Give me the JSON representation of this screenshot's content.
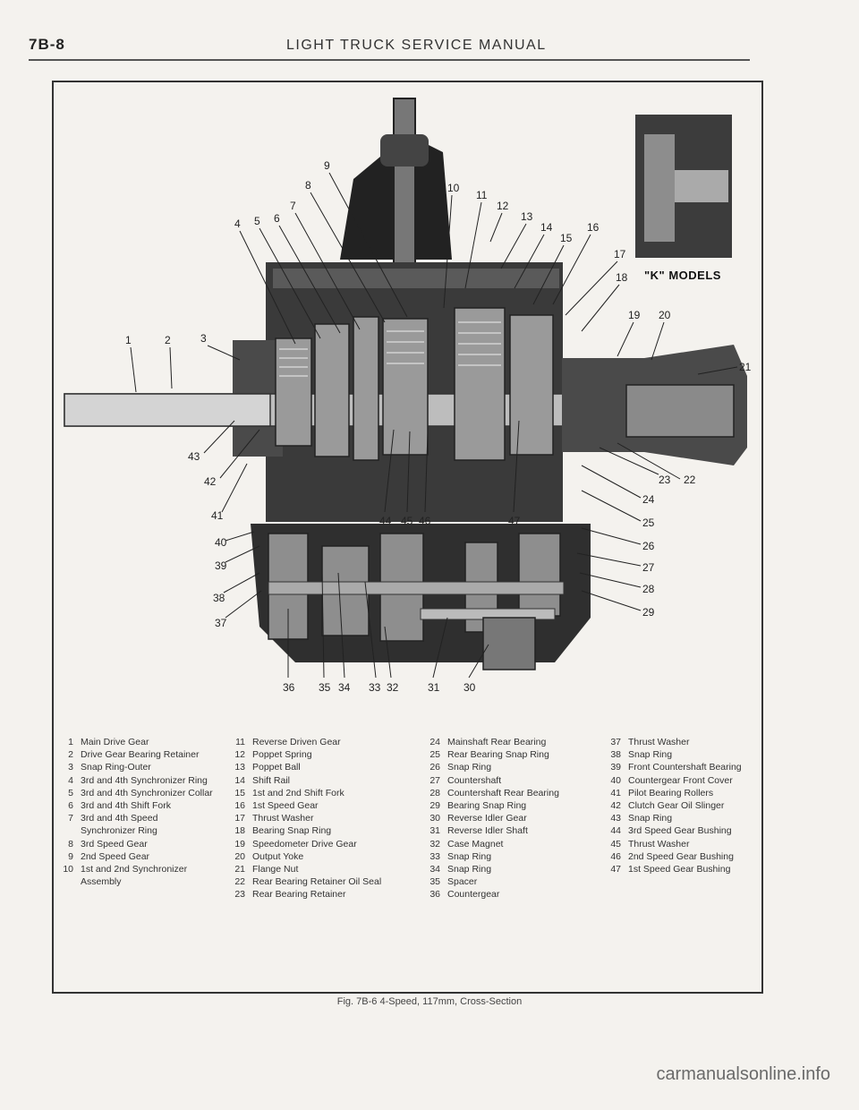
{
  "page_number": "7B-8",
  "running_header": "LIGHT TRUCK SERVICE MANUAL",
  "inset_label": "\"K\" MODELS",
  "callouts": [
    "1",
    "2",
    "3",
    "4",
    "5",
    "6",
    "7",
    "8",
    "9",
    "10",
    "11",
    "12",
    "13",
    "14",
    "15",
    "16",
    "17",
    "18",
    "19",
    "20",
    "21",
    "22",
    "23",
    "24",
    "25",
    "26",
    "27",
    "28",
    "29",
    "30",
    "31",
    "32",
    "33",
    "34",
    "35",
    "36",
    "37",
    "38",
    "39",
    "40",
    "41",
    "42",
    "43",
    "44",
    "45",
    "46",
    "47"
  ],
  "legend": {
    "col1": [
      {
        "num": "1",
        "text": "Main Drive Gear"
      },
      {
        "num": "2",
        "text": "Drive Gear Bearing Retainer"
      },
      {
        "num": "3",
        "text": "Snap Ring-Outer"
      },
      {
        "num": "4",
        "text": "3rd and 4th Synchronizer Ring"
      },
      {
        "num": "5",
        "text": "3rd and 4th Synchronizer Collar"
      },
      {
        "num": "6",
        "text": "3rd and 4th Shift Fork"
      },
      {
        "num": "7",
        "text": "3rd and 4th Speed Synchronizer Ring"
      },
      {
        "num": "8",
        "text": "3rd Speed Gear"
      },
      {
        "num": "9",
        "text": "2nd Speed Gear"
      },
      {
        "num": "10",
        "text": "1st and 2nd Synchronizer Assembly"
      }
    ],
    "col2": [
      {
        "num": "11",
        "text": "Reverse Driven Gear"
      },
      {
        "num": "12",
        "text": "Poppet Spring"
      },
      {
        "num": "13",
        "text": "Poppet Ball"
      },
      {
        "num": "14",
        "text": "Shift Rail"
      },
      {
        "num": "15",
        "text": "1st and 2nd Shift Fork"
      },
      {
        "num": "16",
        "text": "1st Speed Gear"
      },
      {
        "num": "17",
        "text": "Thrust Washer"
      },
      {
        "num": "18",
        "text": "Bearing Snap Ring"
      },
      {
        "num": "19",
        "text": "Speedometer Drive Gear"
      },
      {
        "num": "20",
        "text": "Output Yoke"
      },
      {
        "num": "21",
        "text": "Flange Nut"
      },
      {
        "num": "22",
        "text": "Rear Bearing Retainer Oil Seal"
      },
      {
        "num": "23",
        "text": "Rear Bearing Retainer"
      }
    ],
    "col3": [
      {
        "num": "24",
        "text": "Mainshaft Rear Bearing"
      },
      {
        "num": "25",
        "text": "Rear Bearing Snap Ring"
      },
      {
        "num": "26",
        "text": "Snap Ring"
      },
      {
        "num": "27",
        "text": "Countershaft"
      },
      {
        "num": "28",
        "text": "Countershaft Rear Bearing"
      },
      {
        "num": "29",
        "text": "Bearing Snap Ring"
      },
      {
        "num": "30",
        "text": "Reverse Idler Gear"
      },
      {
        "num": "31",
        "text": "Reverse Idler Shaft"
      },
      {
        "num": "32",
        "text": "Case Magnet"
      },
      {
        "num": "33",
        "text": "Snap Ring"
      },
      {
        "num": "34",
        "text": "Snap Ring"
      },
      {
        "num": "35",
        "text": "Spacer"
      },
      {
        "num": "36",
        "text": "Countergear"
      }
    ],
    "col4": [
      {
        "num": "37",
        "text": "Thrust Washer"
      },
      {
        "num": "38",
        "text": "Snap Ring"
      },
      {
        "num": "39",
        "text": "Front Countershaft Bearing"
      },
      {
        "num": "40",
        "text": "Countergear Front Cover"
      },
      {
        "num": "41",
        "text": "Pilot Bearing Rollers"
      },
      {
        "num": "42",
        "text": "Clutch Gear Oil Slinger"
      },
      {
        "num": "43",
        "text": "Snap Ring"
      },
      {
        "num": "44",
        "text": "3rd Speed Gear Bushing"
      },
      {
        "num": "45",
        "text": "Thrust Washer"
      },
      {
        "num": "46",
        "text": "2nd Speed Gear Bushing"
      },
      {
        "num": "47",
        "text": "1st Speed Gear Bushing"
      }
    ]
  },
  "caption": "Fig. 7B-6 4-Speed, 117mm, Cross-Section",
  "watermark": "carmanualsonline.info"
}
